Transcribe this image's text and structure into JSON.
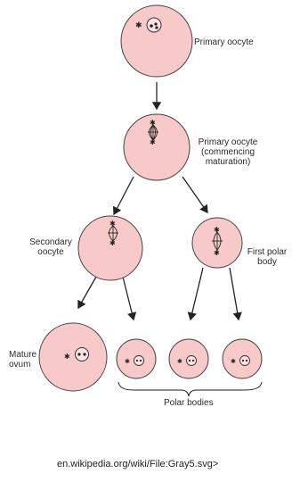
{
  "colors": {
    "cell_fill": "#f8c9c9",
    "cell_stroke": "#444444",
    "nucleus_stroke": "#333333"
  },
  "labels": {
    "primary_oocyte": "Primary oocyte",
    "primary_oocyte_commencing": [
      "Primary oocyte",
      "(commencing",
      "maturation)"
    ],
    "secondary_oocyte": [
      "Secondary",
      "oocyte"
    ],
    "first_polar_body": [
      "First polar",
      "body"
    ],
    "mature_ovum": [
      "Mature",
      "ovum"
    ],
    "polar_bodies": "Polar bodies"
  },
  "source": "en.wikipedia.org/wiki/File:Gray5.svg>"
}
